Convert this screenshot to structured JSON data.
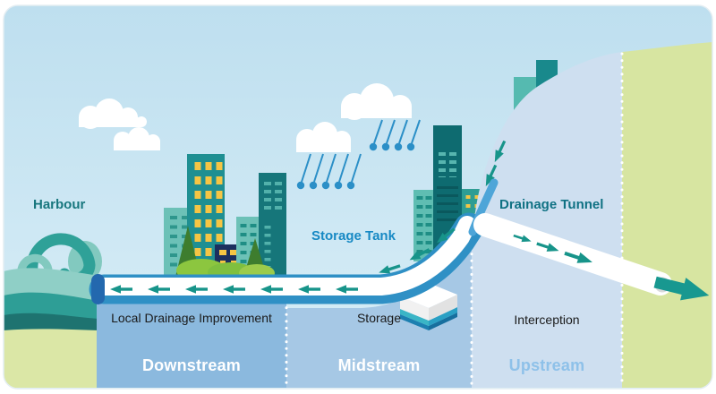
{
  "diagram": {
    "type": "flood-drainage-management-infographic",
    "labels": {
      "harbour": "Harbour",
      "storage_tank": "Storage Tank",
      "drainage_tunnel": "Drainage Tunnel"
    },
    "zones": [
      {
        "measure": "Local Drainage Improvement",
        "title": "Downstream"
      },
      {
        "measure": "Storage",
        "title": "Midstream"
      },
      {
        "measure": "Interception",
        "title": "Upstream"
      }
    ],
    "colors": {
      "sky_top": "#BEDFEF",
      "sky_bottom": "#D9EEF7",
      "zone_downstream": "#8BB9DE",
      "zone_midstream": "#A6C8E5",
      "zone_upstream_hill": "#CEDFF0",
      "grass_green": "#D7E5A1",
      "shore_green": "#DBE7A6",
      "channel_blue": "#2F90C5",
      "pipe_cap_blue": "#2368AE",
      "flow_arrow_teal": "#17948A",
      "rain_blue": "#2B8FC7",
      "sea_teal_light": "#8FCFC6",
      "sea_teal": "#2E9E96",
      "sea_teal_dark": "#1E7370",
      "wave_curl": "#2FA198",
      "label_harbour": "#18777E",
      "label_storage_tank": "#1789C4",
      "label_drainage_tunnel": "#0F7183",
      "zone_title_white": "#FFFFFF",
      "zone_title_upstream": "#8EC1E9",
      "building_teal": "#1F8F92",
      "building_teal_light": "#6CC1B7",
      "building_teal_dark": "#16767A",
      "building_navy": "#1C2F5E",
      "window_yellow": "#F6C544",
      "tree_green": "#3E7D2E",
      "bush_green": "#8CC63F"
    }
  }
}
